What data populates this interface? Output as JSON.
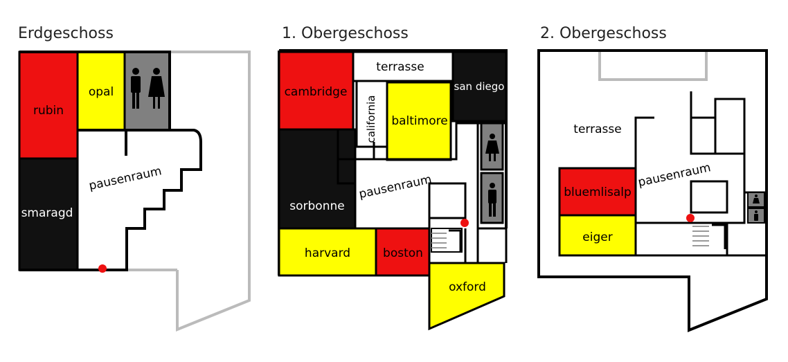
{
  "colors": {
    "red": "#ee1111",
    "yellow": "#ffff00",
    "black": "#111111",
    "gray": "#808080",
    "light_gray": "#bbbbbb",
    "wall": "#000000",
    "marker": "#ee1111",
    "white": "#ffffff"
  },
  "floors": [
    {
      "title": "Erdgeschoss",
      "rooms": {
        "rubin": "rubin",
        "opal": "opal",
        "smaragd": "smaragd"
      },
      "areas": {
        "pausenraum": "pausenraum"
      },
      "wc": "wc-men-women-icon"
    },
    {
      "title": "1. Obergeschoss",
      "rooms": {
        "cambridge": "cambridge",
        "terrasse": "terrasse",
        "san_diego": "san diego",
        "california": "california",
        "baltimore": "baltimore",
        "sorbonne": "sorbonne",
        "harvard": "harvard",
        "boston": "boston",
        "oxford": "oxford"
      },
      "areas": {
        "pausenraum": "pausenraum"
      },
      "wc": [
        "wc-women-icon",
        "wc-men-icon"
      ]
    },
    {
      "title": "2. Obergeschoss",
      "rooms": {
        "bluemlisalp": "bluemlisalp",
        "eiger": "eiger"
      },
      "areas": {
        "terrasse": "terrasse",
        "pausenraum": "pausenraum"
      },
      "wc": [
        "wc-women-icon",
        "wc-men-icon"
      ]
    }
  ]
}
